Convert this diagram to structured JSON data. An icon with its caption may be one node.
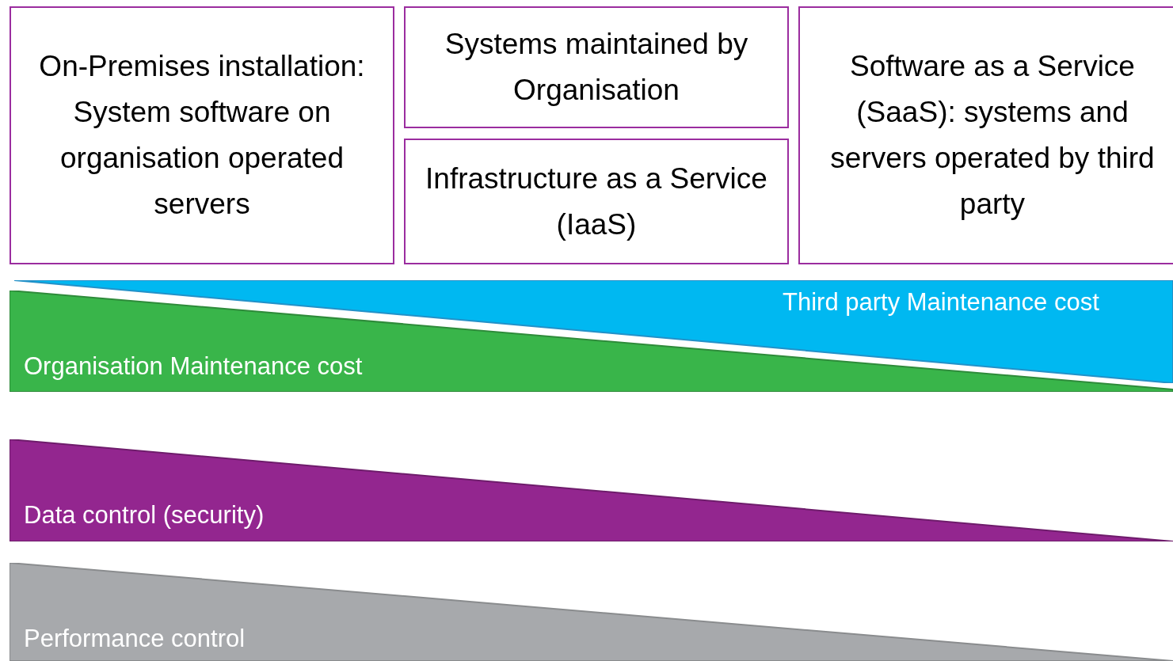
{
  "diagram": {
    "nodes": [
      {
        "text": [
          "On-Premises installation: System software on organisation operated servers"
        ]
      },
      {
        "text": [
          "Systems maintained by Organisation"
        ]
      },
      {
        "text": [
          "Infrastructure as a Service (IaaS)"
        ]
      },
      {
        "text": [
          "Software as a Service (SaaS): systems and servers operated by third party"
        ]
      },
      {
        "text": [
          "Third party Maintenance cost"
        ]
      },
      {
        "text": [
          "Organisation Maintenance cost"
        ]
      },
      {
        "text": [
          "Data control (security)"
        ]
      },
      {
        "text": [
          "Performance control"
        ]
      }
    ]
  }
}
